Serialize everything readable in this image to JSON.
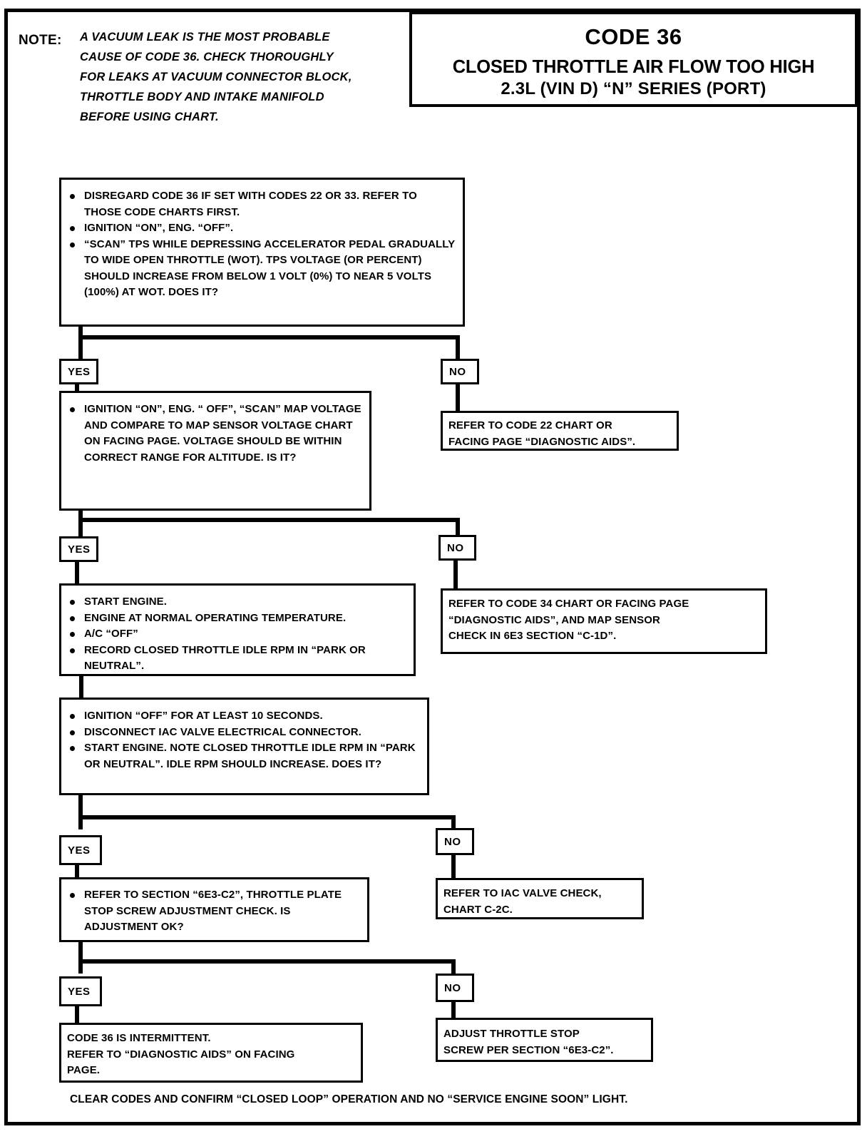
{
  "header": {
    "note_label": "NOTE:",
    "note_lines": [
      "A VACUUM LEAK IS THE MOST PROBABLE",
      "CAUSE OF CODE 36. CHECK THOROUGHLY",
      "FOR LEAKS AT VACUUM CONNECTOR BLOCK,",
      "THROTTLE BODY AND INTAKE MANIFOLD",
      "BEFORE USING CHART."
    ],
    "title_code": "CODE 36",
    "title_main": "CLOSED THROTTLE AIR FLOW TOO HIGH",
    "title_sub": "2.3L  (VIN D)   “N”  SERIES  (PORT)"
  },
  "labels": {
    "yes": "YES",
    "no": "NO"
  },
  "steps": {
    "step1": {
      "bullets": [
        "DISREGARD CODE 36 IF SET WITH CODES 22 OR 33.  REFER TO THOSE CODE CHARTS FIRST.",
        "IGNITION “ON”, ENG. “OFF”.",
        "“SCAN” TPS WHILE DEPRESSING ACCELERATOR PEDAL GRADUALLY TO WIDE OPEN THROTTLE (WOT).  TPS VOLTAGE (OR PERCENT) SHOULD INCREASE FROM BELOW 1 VOLT (0%) TO NEAR 5 VOLTS (100%) AT WOT. DOES IT?"
      ]
    },
    "step2": {
      "bullets": [
        "IGNITION “ON”, ENG. “ OFF”, “SCAN” MAP VOLTAGE AND COMPARE TO MAP SENSOR VOLTAGE CHART ON FACING PAGE. VOLTAGE SHOULD BE WITHIN CORRECT RANGE FOR ALTITUDE. IS IT?"
      ]
    },
    "step3": {
      "bullets": [
        "START ENGINE.",
        "ENGINE AT NORMAL OPERATING TEMPERATURE.",
        "A/C “OFF”",
        "RECORD CLOSED THROTTLE IDLE RPM IN “PARK OR NEUTRAL”."
      ]
    },
    "step4": {
      "bullets": [
        "IGNITION “OFF” FOR AT LEAST 10 SECONDS.",
        "DISCONNECT IAC VALVE ELECTRICAL CONNECTOR.",
        "START ENGINE.  NOTE CLOSED THROTTLE IDLE RPM IN “PARK OR NEUTRAL”.  IDLE RPM SHOULD INCREASE. DOES IT?"
      ]
    },
    "step5": {
      "bullets": [
        "REFER TO SECTION “6E3-C2”, THROTTLE PLATE STOP SCREW ADJUSTMENT CHECK. IS ADJUSTMENT OK?"
      ]
    }
  },
  "results": {
    "code22": [
      "REFER TO CODE 22 CHART OR",
      "FACING PAGE  “DIAGNOSTIC AIDS”."
    ],
    "code34": [
      "REFER TO CODE 34 CHART OR FACING PAGE",
      "“DIAGNOSTIC AIDS”, AND MAP SENSOR",
      "CHECK IN 6E3 SECTION “C-1D”."
    ],
    "iac_check": [
      "REFER TO  IAC VALVE CHECK,",
      "CHART C-2C."
    ],
    "adjust_screw": [
      "ADJUST THROTTLE STOP",
      "SCREW PER SECTION “6E3-C2”."
    ],
    "intermittent": [
      "CODE 36 IS INTERMITTENT.",
      "REFER TO “DIAGNOSTIC AIDS” ON FACING",
      "PAGE."
    ]
  },
  "footer": {
    "text": "CLEAR CODES AND CONFIRM “CLOSED LOOP” OPERATION AND NO “SERVICE ENGINE SOON”  LIGHT."
  }
}
